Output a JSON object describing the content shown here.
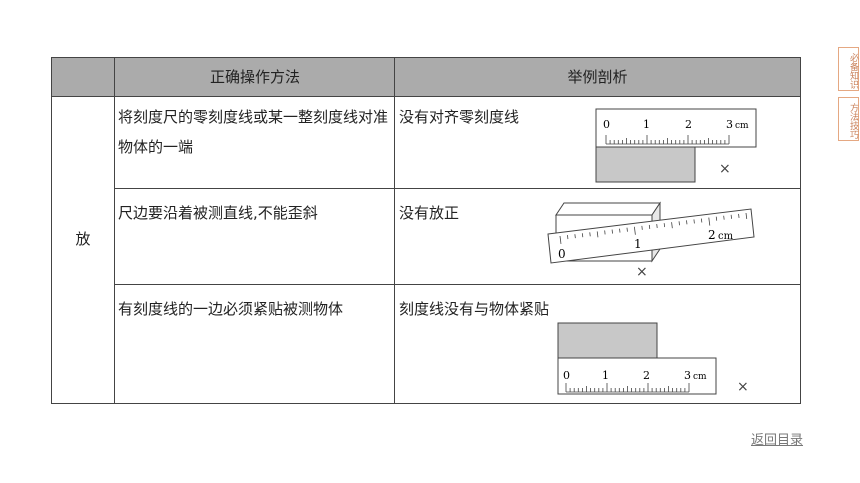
{
  "table": {
    "headers": [
      "",
      "正确操作方法",
      "举例剖析"
    ],
    "side_label": "放",
    "rows": [
      {
        "method": "将刻度尺的零刻度线或某一整刻度线对准物体的一端",
        "example": "没有对齐零刻度线"
      },
      {
        "method": "尺边要沿着被测直线,不能歪斜",
        "example": "没有放正"
      },
      {
        "method": "有刻度线的一边必须紧贴被测物体",
        "example": "刻度线没有与物体紧贴"
      }
    ]
  },
  "figures": {
    "fig1": {
      "ticks": [
        "0",
        "1",
        "2",
        "3"
      ],
      "unit": "cm",
      "mark": "×"
    },
    "fig2": {
      "ticks": [
        "0",
        "1",
        "2"
      ],
      "unit": "cm",
      "mark": "×"
    },
    "fig3": {
      "ticks": [
        "0",
        "1",
        "2",
        "3"
      ],
      "unit": "cm",
      "mark": "×"
    }
  },
  "side_tabs": [
    "必备知识",
    "方法技巧"
  ],
  "nav": {
    "back": "返回目录"
  },
  "colors": {
    "header_bg": "#ababab",
    "tab_accent": "#e5a882"
  }
}
